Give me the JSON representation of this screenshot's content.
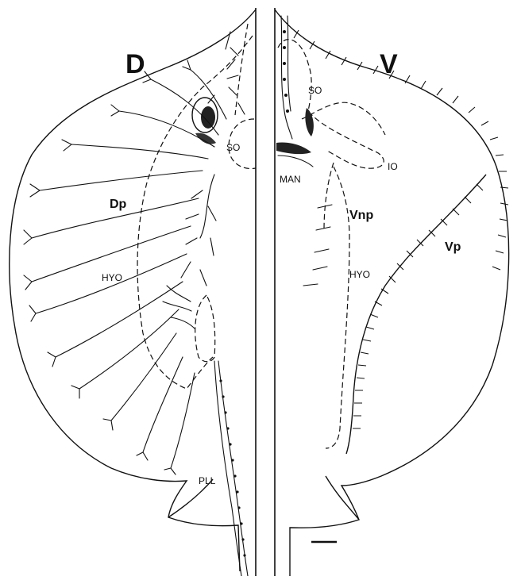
{
  "figure": {
    "panels": {
      "dorsal": {
        "letter": "D",
        "labels": {
          "so": "SO",
          "dp": "Dp",
          "hyo": "HYO",
          "pll": "PLL"
        }
      },
      "ventral": {
        "letter": "V",
        "labels": {
          "so": "SO",
          "io": "IO",
          "man": "MAN",
          "vnp": "Vnp",
          "vp": "Vp",
          "hyo": "HYO"
        }
      }
    },
    "colors": {
      "ink": "#111111",
      "background": "#ffffff"
    }
  }
}
